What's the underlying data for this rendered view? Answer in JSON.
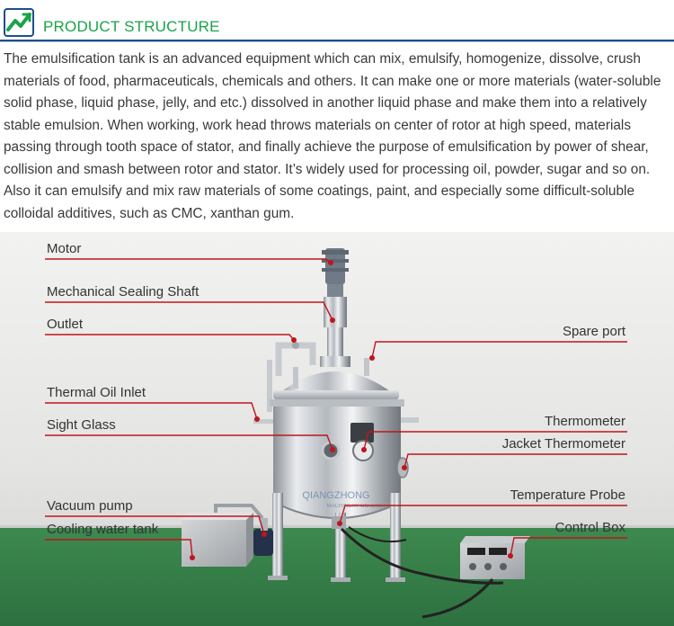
{
  "header": {
    "title": "PRODUCT STRUCTURE",
    "logo_icon": "tank-logo-icon",
    "accent_color": "#1aa34a",
    "rule_color": "#1f4e8c"
  },
  "description": "The emulsification tank is an advanced equipment which can mix, emulsify, homogenize, dissolve, crush materials of food, pharmaceuticals, chemicals and others. It can make one or more materials (water-soluble solid phase, liquid phase, jelly, and etc.) dissolved in another liquid phase and make them into a relatively stable emulsion. When working, work head throws materials on center of rotor at high speed, materials passing through tooth space of stator, and finally achieve the purpose of emulsification by power of shear, collision and smash between rotor and stator.  It’s widely used for processing oil, powder, sugar and so on. Also it can emulsify and mix raw materials of some coatings, paint, and especially some difficult-soluble colloidal additives, such as CMC, xanthan gum.",
  "diagram": {
    "leader_color": "#c0151b",
    "watermark": "QIANGZHONG",
    "watermark_sub": "MACHINERY CO.,LTD",
    "labels": {
      "motor": "Motor",
      "sealing_shaft": "Mechanical Sealing Shaft",
      "outlet": "Outlet",
      "thermal_oil_inlet": "Thermal Oil Inlet",
      "sight_glass": "Sight Glass",
      "vacuum_pump": "Vacuum pump",
      "cooling_water_tank": "Cooling water tank",
      "spare_port": "Spare port",
      "thermometer": "Thermometer",
      "jacket_thermometer": "Jacket Thermometer",
      "temperature_probe": "Temperature Probe",
      "control_box": "Control Box"
    }
  }
}
